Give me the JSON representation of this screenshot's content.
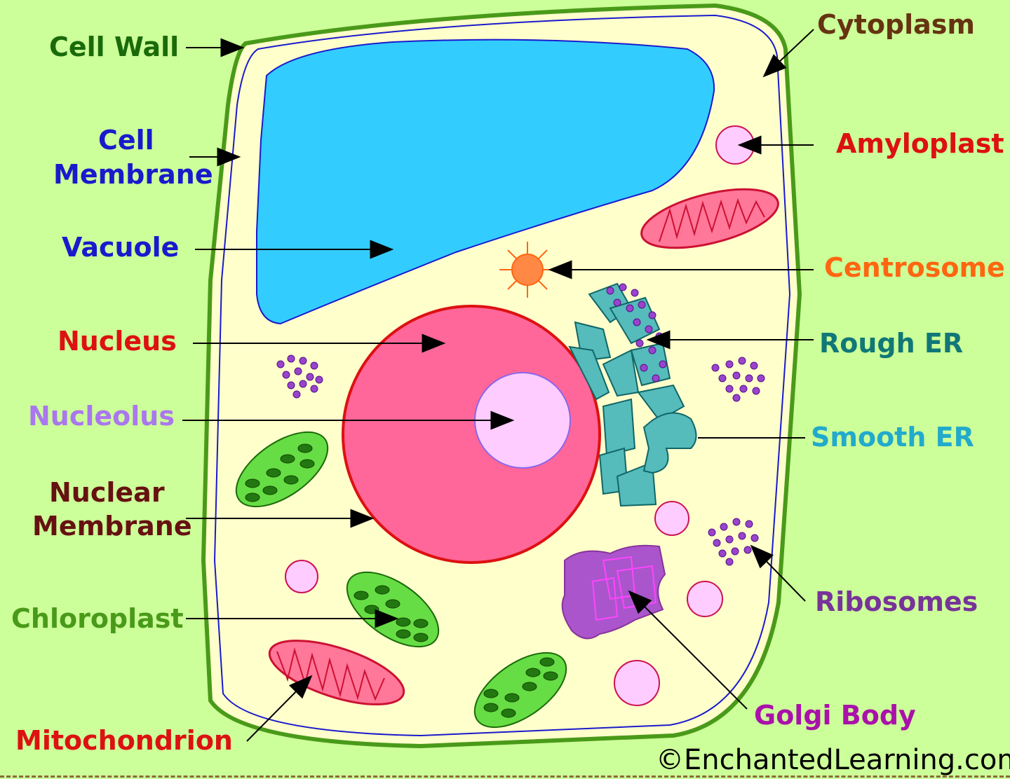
{
  "labels": {
    "cell_wall": "Cell Wall",
    "cell_membrane_line1": "Cell",
    "cell_membrane_line2": "Membrane",
    "vacuole": "Vacuole",
    "nucleus": "Nucleus",
    "nucleolus": "Nucleolus",
    "nuclear_membrane_line1": "Nuclear",
    "nuclear_membrane_line2": "Membrane",
    "chloroplast": "Chloroplast",
    "mitochondrion": "Mitochondrion",
    "cytoplasm": "Cytoplasm",
    "amyloplast": "Amyloplast",
    "centrosome": "Centrosome",
    "rough_er": "Rough ER",
    "smooth_er": "Smooth ER",
    "ribosomes": "Ribosomes",
    "golgi_body": "Golgi Body"
  },
  "credit": "©EnchantedLearning.com",
  "colors": {
    "background": "#ccff99",
    "cytoplasm": "#ffffcc",
    "cell_wall": "#4a9a1a",
    "cell_membrane": "#1a1acc",
    "vacuole": "#33ccff",
    "nucleus": "#ff6699",
    "nucleolus": "#ffccff",
    "chloroplast": "#66dd44",
    "mitochondrion": "#ff7799",
    "rough_er": "#55bbbb",
    "ribosome": "#9944cc",
    "golgi": "#aa55cc",
    "centrosome": "#ff8844",
    "label_green": "#1a6a0a",
    "label_blue": "#1a1acc",
    "label_red": "#dd1111",
    "label_lilac": "#aa77ee",
    "label_maroon": "#661111",
    "label_brown": "#663311",
    "label_orange": "#ff6611",
    "label_teal": "#117777",
    "label_cyan": "#22aacc",
    "label_purple": "#773399",
    "label_magenta": "#aa11aa"
  }
}
